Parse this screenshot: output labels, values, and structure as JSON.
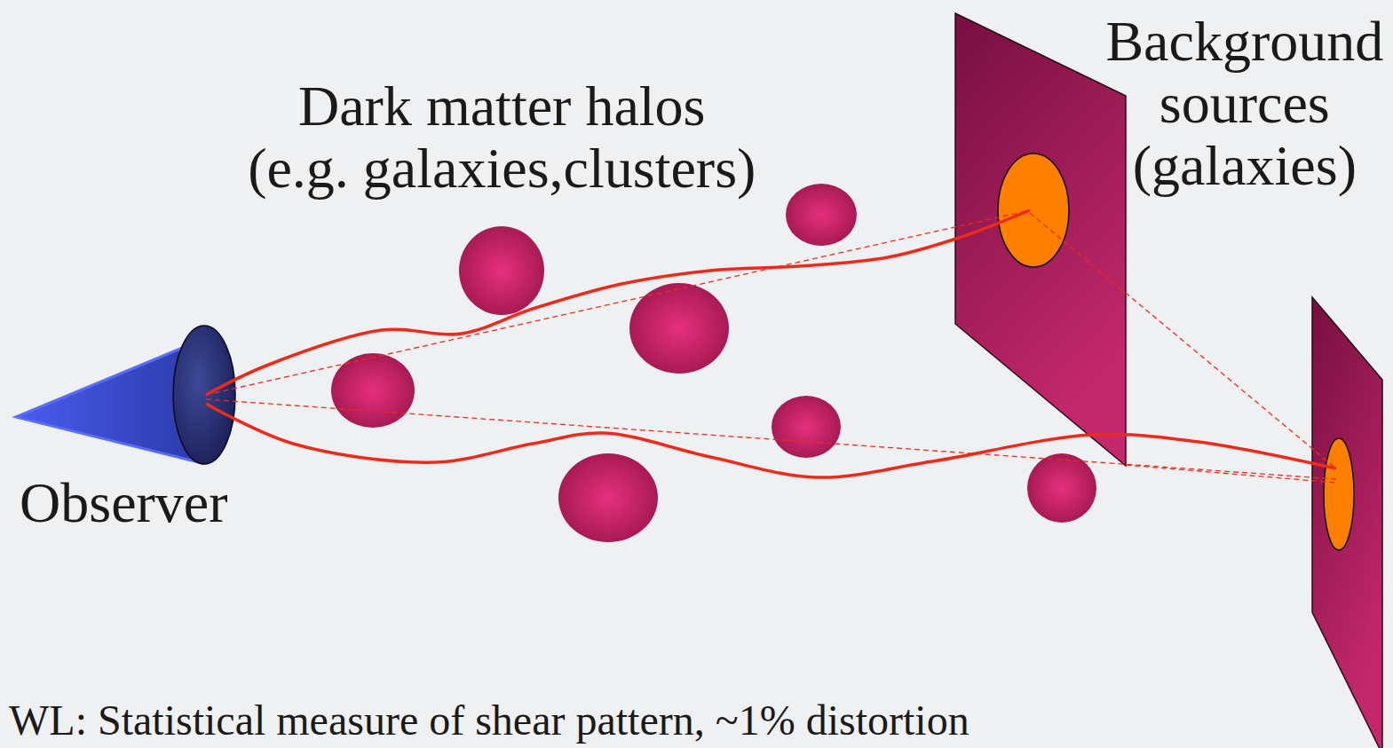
{
  "diagram": {
    "labels": [
      "Dark matter halos (e.g. galaxies,clusters)",
      "Background sources (galaxies)",
      "Observer",
      "WL: Statistical measure of shear pattern, ~1% distortion"
    ]
  }
}
